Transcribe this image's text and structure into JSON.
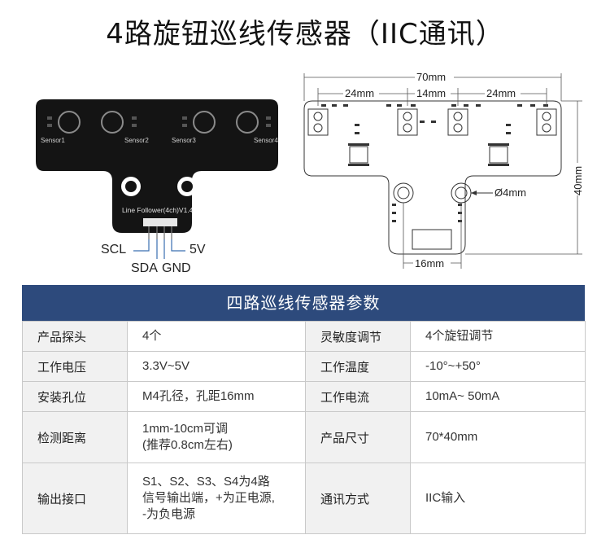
{
  "title": "4路旋钮巡线传感器（IIC通讯）",
  "board": {
    "sensors": [
      "Sensor1",
      "Sensor2",
      "Sensor3",
      "Sensor4"
    ],
    "version_label": "Line Follower(4ch)V1.4",
    "pins": {
      "scl": "SCL",
      "sda": "SDA",
      "gnd": "GND",
      "v5": "5V"
    }
  },
  "drawing": {
    "width": "70mm",
    "spacing_left": "24mm",
    "spacing_mid": "14mm",
    "spacing_right": "24mm",
    "height": "40mm",
    "hole": "Ø4mm",
    "hole_spacing": "16mm"
  },
  "table": {
    "header": "四路巡线传感器参数",
    "rows": [
      {
        "l1": "产品探头",
        "v1": [
          "4个"
        ],
        "l2": "灵敏度调节",
        "v2": [
          "4个旋钮调节"
        ]
      },
      {
        "l1": "工作电压",
        "v1": [
          "3.3V~5V"
        ],
        "l2": "工作温度",
        "v2": [
          "-10°~+50°"
        ]
      },
      {
        "l1": "安装孔位",
        "v1": [
          "M4孔径，孔距16mm"
        ],
        "l2": "工作电流",
        "v2": [
          "10mA~ 50mA"
        ]
      },
      {
        "l1": "检测距离",
        "v1": [
          "1mm-10cm可调",
          "(推荐0.8cm左右)"
        ],
        "l2": "产品尺寸",
        "v2": [
          "70*40mm"
        ]
      },
      {
        "l1": "输出接口",
        "v1": [
          "S1、S2、S3、S4为4路",
          "信号输出端，+为正电源,",
          "-为负电源"
        ],
        "l2": "通讯方式",
        "v2": [
          "IIC输入"
        ]
      }
    ]
  }
}
